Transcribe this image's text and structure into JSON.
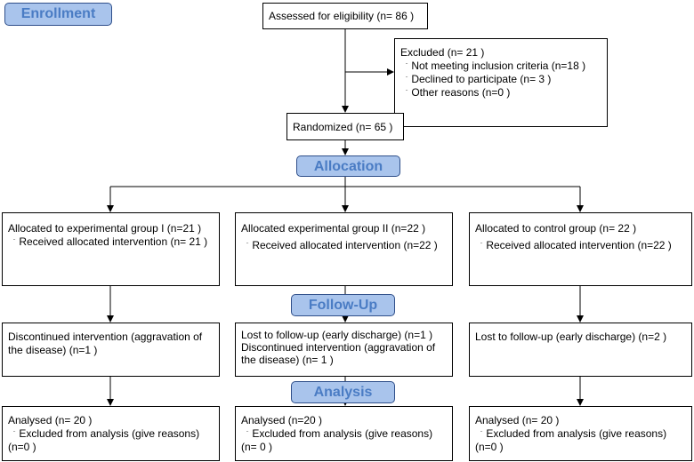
{
  "stages": {
    "enrollment": "Enrollment",
    "allocation": "Allocation",
    "follow_up": "Follow-Up",
    "analysis": "Analysis"
  },
  "assessed": "Assessed for eligibility (n= 86 )",
  "excluded": {
    "title": "Excluded  (n= 21  )",
    "bullet": "¨",
    "items": [
      "Not meeting inclusion criteria (n=18  )",
      "Declined to participate (n= 3 )",
      "Other reasons (n=0  )"
    ]
  },
  "randomized": "Randomized (n= 65 )",
  "allocation_boxes": [
    {
      "title": "Allocated to experimental group I (n=21  )",
      "item": "Received allocated intervention (n= 21 )"
    },
    {
      "title": "Allocated experimental group II (n=22  )",
      "item": "Received allocated intervention (n=22  )"
    },
    {
      "title": "Allocated to control group (n= 22 )",
      "item": "Received allocated intervention (n=22  )"
    }
  ],
  "followup_boxes": [
    {
      "lines": [
        "Discontinued intervention (aggravation of",
        "the disease) (n=1  )"
      ]
    },
    {
      "lines": [
        "Lost to follow-up (early discharge) (n=1  )",
        "Discontinued intervention (aggravation of",
        "the disease) (n= 1 )"
      ]
    },
    {
      "lines": [
        "Lost to follow-up (early discharge) (n=2  )"
      ]
    }
  ],
  "analysis_boxes": [
    {
      "title": "Analysed  (n= 20 )",
      "item": "Excluded from analysis (give reasons)",
      "tail": "(n=0  )"
    },
    {
      "title": "Analysed  (n=20  )",
      "item": "Excluded from analysis (give reasons)",
      "tail": "(n= 0 )"
    },
    {
      "title": "Analysed  (n= 20 )",
      "item": "Excluded from analysis (give reasons)",
      "tail": "(n=0  )"
    }
  ]
}
